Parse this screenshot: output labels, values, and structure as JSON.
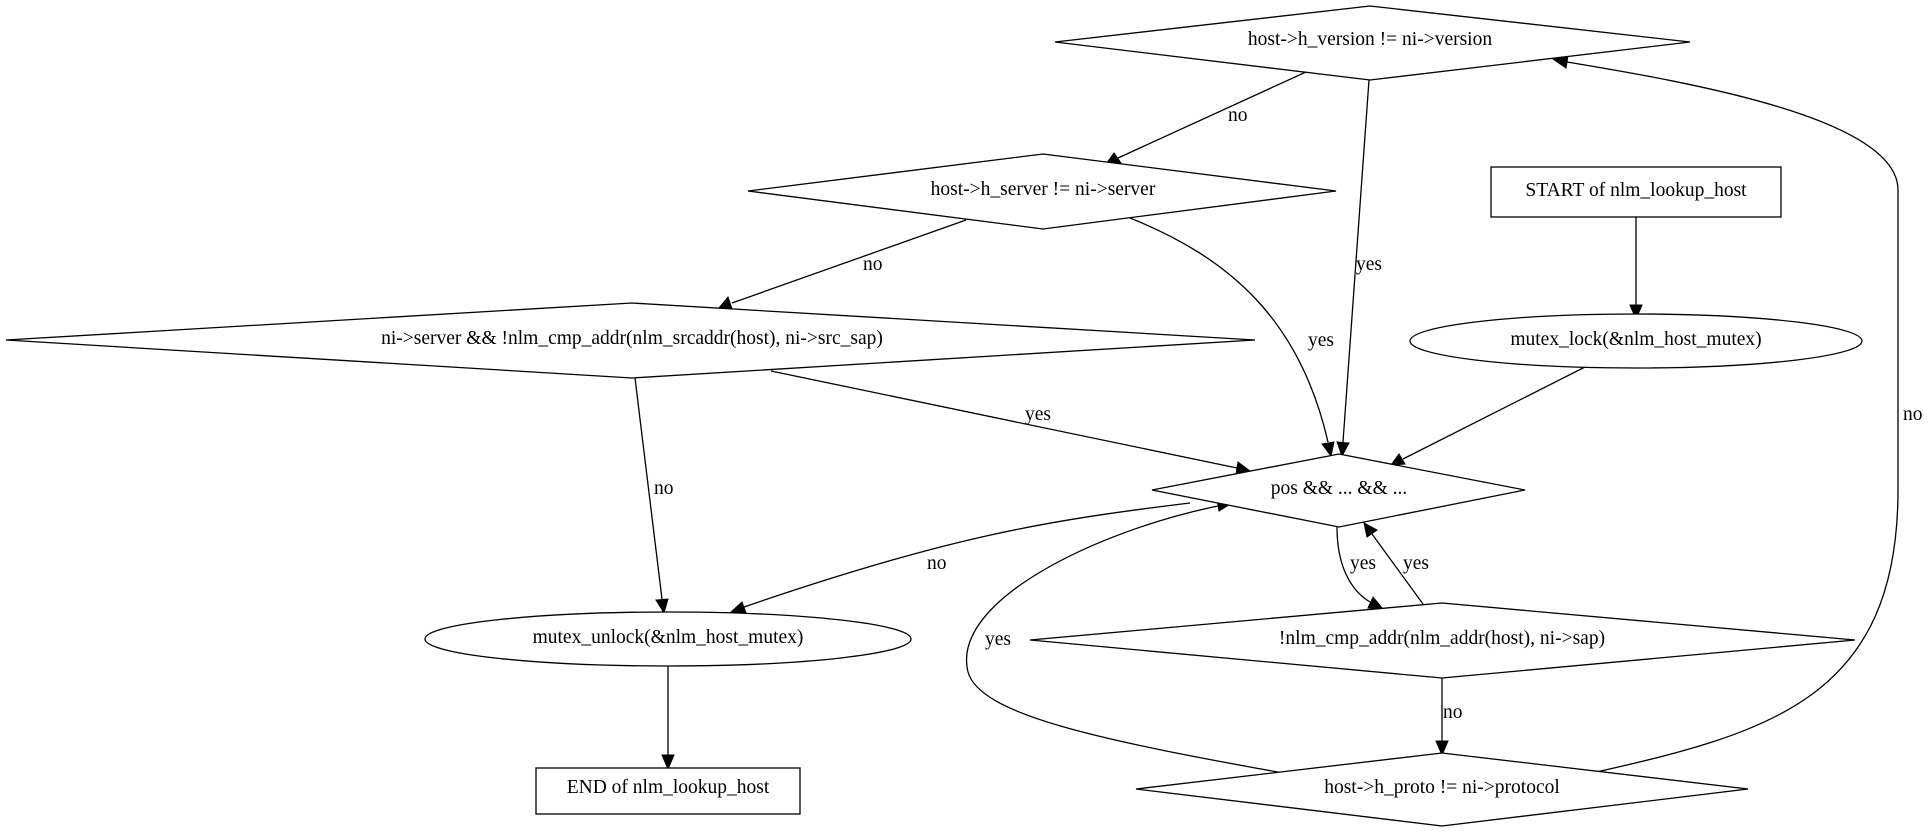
{
  "diagram": {
    "nodes": {
      "check_version": {
        "label": "host->h_version != ni->version"
      },
      "check_server": {
        "label": "host->h_server != ni->server"
      },
      "start": {
        "label": "START of nlm_lookup_host"
      },
      "check_srcaddr": {
        "label": "ni->server && !nlm_cmp_addr(nlm_srcaddr(host), ni->src_sap)"
      },
      "mutex_lock": {
        "label": "mutex_lock(&nlm_host_mutex)",
        "fill": "#add8e6"
      },
      "loop_cond": {
        "label": "pos && ... && ..."
      },
      "mutex_unlock": {
        "label": "mutex_unlock(&nlm_host_mutex)",
        "fill": "#ffff00"
      },
      "check_addr": {
        "label": "!nlm_cmp_addr(nlm_addr(host), ni->sap)"
      },
      "end": {
        "label": "END of nlm_lookup_host"
      },
      "check_proto": {
        "label": "host->h_proto != ni->protocol"
      }
    },
    "edges": {
      "version_no": {
        "from": "check_version",
        "to": "check_server",
        "label": "no"
      },
      "version_yes": {
        "from": "check_version",
        "to": "loop_cond",
        "label": "yes"
      },
      "server_no": {
        "from": "check_server",
        "to": "check_srcaddr",
        "label": "no"
      },
      "server_yes": {
        "from": "check_server",
        "to": "loop_cond",
        "label": "yes"
      },
      "start_to_lock": {
        "from": "start",
        "to": "mutex_lock",
        "label": ""
      },
      "srcaddr_yes": {
        "from": "check_srcaddr",
        "to": "loop_cond",
        "label": "yes"
      },
      "srcaddr_no": {
        "from": "check_srcaddr",
        "to": "mutex_unlock",
        "label": "no"
      },
      "lock_to_loop": {
        "from": "mutex_lock",
        "to": "loop_cond",
        "label": ""
      },
      "loop_no": {
        "from": "loop_cond",
        "to": "mutex_unlock",
        "label": "no"
      },
      "loop_yes": {
        "from": "loop_cond",
        "to": "check_addr",
        "label": "yes"
      },
      "addr_yes": {
        "from": "check_addr",
        "to": "loop_cond",
        "label": "yes"
      },
      "addr_no": {
        "from": "check_addr",
        "to": "check_proto",
        "label": "no"
      },
      "proto_yes": {
        "from": "check_proto",
        "to": "loop_cond",
        "label": "yes"
      },
      "proto_no": {
        "from": "check_proto",
        "to": "check_version",
        "label": "no"
      },
      "unlock_to_end": {
        "from": "mutex_unlock",
        "to": "end",
        "label": ""
      }
    }
  }
}
